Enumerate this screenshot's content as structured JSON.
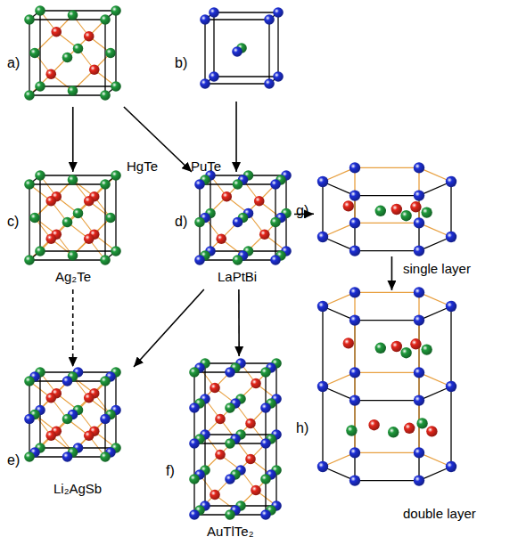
{
  "diagram": {
    "nodes": [
      {
        "text": [
          "a)",
          "HgTe"
        ]
      },
      {
        "text": [
          "b)",
          "PuTe"
        ]
      },
      {
        "text": [
          "c)",
          "Ag₂Te"
        ]
      },
      {
        "text": [
          "d)",
          "LaPtBi"
        ]
      },
      {
        "text": [
          "g)",
          "single layer"
        ]
      },
      {
        "text": [
          "e)",
          "Li₂AgSb"
        ]
      },
      {
        "text": [
          "f)",
          "AuTlTe₂"
        ]
      },
      {
        "text": [
          "h)",
          "double layer"
        ]
      }
    ],
    "edges": [
      {
        "from": 0,
        "to": 2,
        "arrow": "to"
      },
      {
        "from": 0,
        "to": 3,
        "arrow": "to"
      },
      {
        "from": 1,
        "to": 3,
        "arrow": "to"
      },
      {
        "from": 2,
        "to": 5,
        "arrow": "to"
      },
      {
        "from": 3,
        "to": 5,
        "arrow": "to"
      },
      {
        "from": 3,
        "to": 6,
        "arrow": "to"
      },
      {
        "from": 3,
        "to": 4,
        "arrow": "to"
      },
      {
        "from": 4,
        "to": 7,
        "arrow": "to"
      }
    ]
  }
}
